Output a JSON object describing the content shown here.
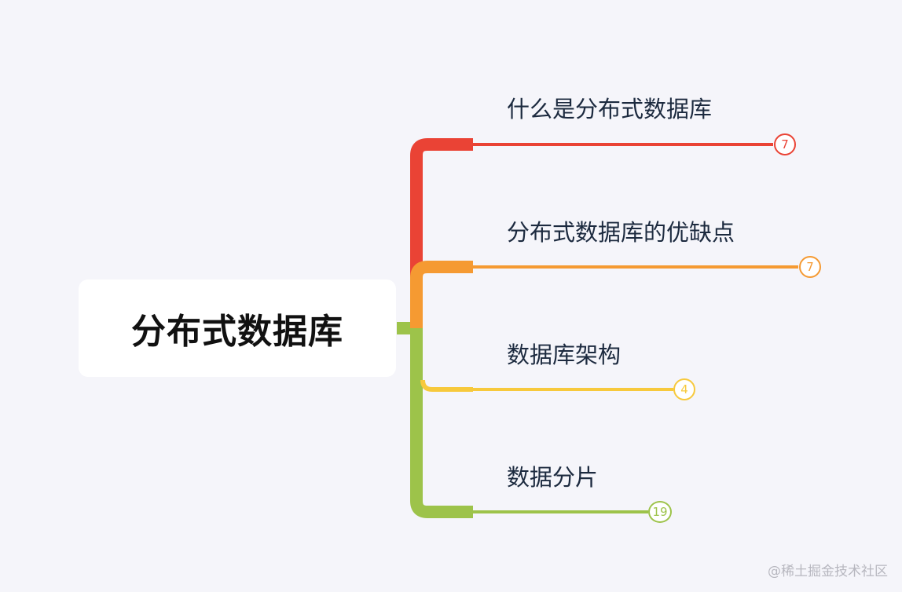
{
  "root": {
    "title": "分布式数据库"
  },
  "branches": [
    {
      "label": "什么是分布式数据库",
      "count": "7",
      "color": "#ea4335"
    },
    {
      "label": "分布式数据库的优缺点",
      "count": "7",
      "color": "#f59a32"
    },
    {
      "label": "数据库架构",
      "count": "4",
      "color": "#f7c93c"
    },
    {
      "label": "数据分片",
      "count": "19",
      "color": "#9dc34a"
    }
  ],
  "watermark": "@稀土掘金技术社区"
}
